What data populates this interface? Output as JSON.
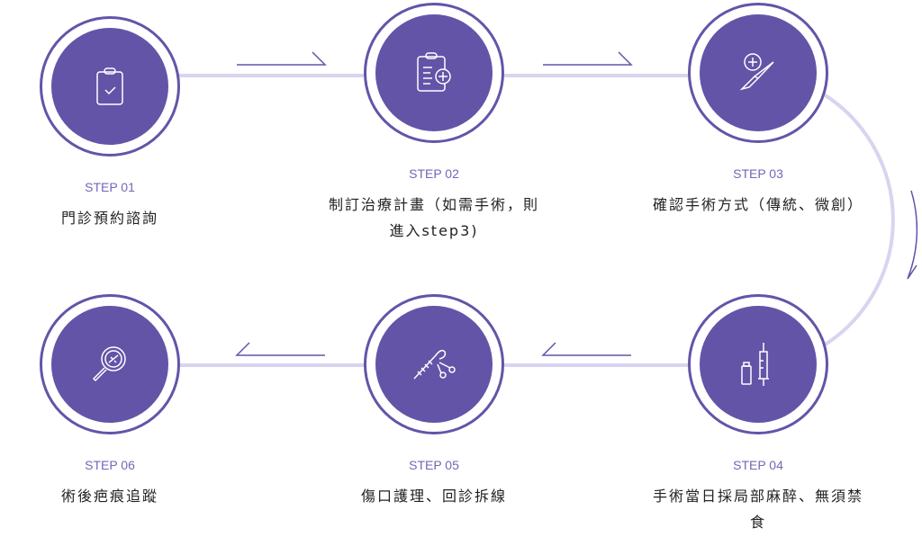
{
  "colors": {
    "accent": "#6454a8",
    "connector": "#d8d4f0",
    "label": "#7566b8"
  },
  "steps": [
    {
      "label": "STEP 01",
      "desc": "門診預約諮詢",
      "icon": "clipboard-check-icon"
    },
    {
      "label": "STEP 02",
      "desc": "制訂治療計畫（如需手術，則進入step3)",
      "icon": "clipboard-plus-icon"
    },
    {
      "label": "STEP 03",
      "desc": "確認手術方式（傳統、微創）",
      "icon": "scalpel-icon"
    },
    {
      "label": "STEP 04",
      "desc": "手術當日採局部麻醉、無須禁食",
      "icon": "syringe-vial-icon"
    },
    {
      "label": "STEP 05",
      "desc": "傷口護理、回診拆線",
      "icon": "suture-scissors-icon"
    },
    {
      "label": "STEP 06",
      "desc": "術後疤痕追蹤",
      "icon": "magnifier-icon"
    }
  ]
}
